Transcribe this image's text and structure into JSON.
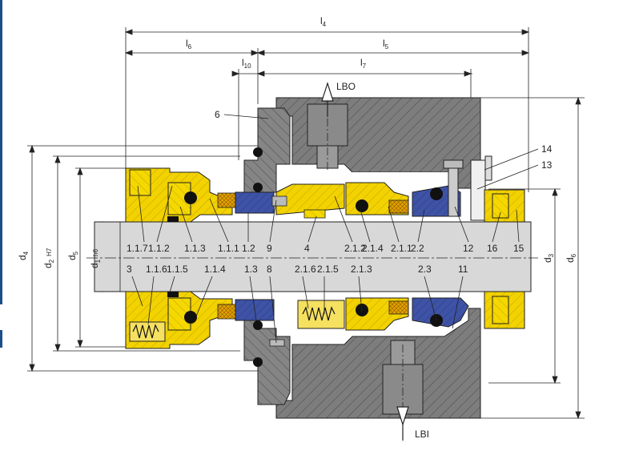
{
  "dimensions": {
    "l4": "l",
    "l4_sub": "4",
    "l6": "l",
    "l6_sub": "6",
    "l5": "l",
    "l5_sub": "5",
    "l10": "l",
    "l10_sub": "10",
    "l7": "l",
    "l7_sub": "7",
    "d4": "d",
    "d4_sub": "4",
    "d2": "d",
    "d2_sub": "2",
    "d2_tol": "H7",
    "d5": "d",
    "d5_sub": "5",
    "d1": "d",
    "d1_sub": "1",
    "d1_tol": "h6",
    "d3": "d",
    "d3_sub": "3",
    "d6": "d",
    "d6_sub": "6"
  },
  "ports": {
    "outlet": "LBO",
    "inlet": "LBI"
  },
  "callouts": {
    "c6": "6",
    "c14": "14",
    "c13": "13"
  },
  "upper_labels": [
    "1.1.7",
    "1.1.2",
    "1.1.3",
    "1.1.1",
    "1.2",
    "9",
    "4",
    "2.1.2",
    "2.1.4",
    "2.1.1",
    "2.2",
    "12",
    "16",
    "15"
  ],
  "lower_labels": [
    "3",
    "1.1.6",
    "1.1.5",
    "1.1.4",
    "1.3",
    "8",
    "2.1.6",
    "2.1.5",
    "2.1.3",
    "2.3",
    "11"
  ],
  "colors": {
    "housing": "#7a7a7a",
    "brass": "#f2d200",
    "carbon": "#3d4f9e",
    "shaft": "#d8d8d8",
    "sidebar": "#1b4f8a"
  }
}
